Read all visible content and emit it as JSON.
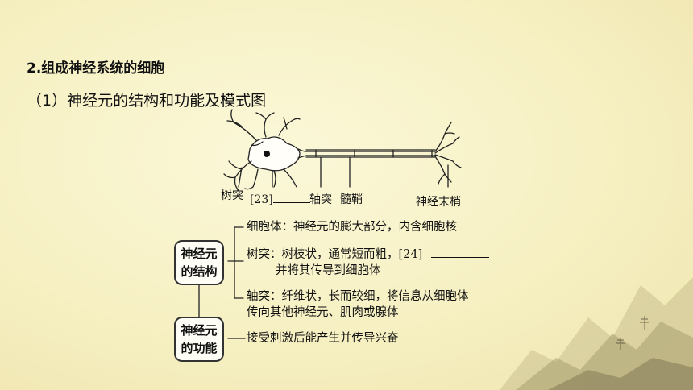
{
  "heading": "2.组成神经系统的细胞",
  "subheading": "（1）神经元的结构和功能及模式图",
  "neuron_labels": {
    "dendrite": "树突",
    "blank23": "[23]",
    "axon": "轴突",
    "myelin": "髓鞘",
    "terminal": "神经末梢"
  },
  "structure_box": {
    "line1": "神经元",
    "line2": "的结构"
  },
  "function_box": {
    "line1": "神经元",
    "line2": "的功能"
  },
  "structure_items": {
    "cell_body": "细胞体：神经元的膨大部分，内含细胞核",
    "dendrite_line1": "树突：树枝状，通常短而粗，[24]",
    "dendrite_line2": "并将其传导到细胞体",
    "axon_line1": "轴突：纤维状，长而较细，将信息从细胞体",
    "axon_line2": "传向其他神经元、肌肉或腺体"
  },
  "function_item": "接受刺激后能产生并传导兴奋",
  "colors": {
    "text": "#111111",
    "box_border": "#333333",
    "background": "#f6f0c2"
  }
}
